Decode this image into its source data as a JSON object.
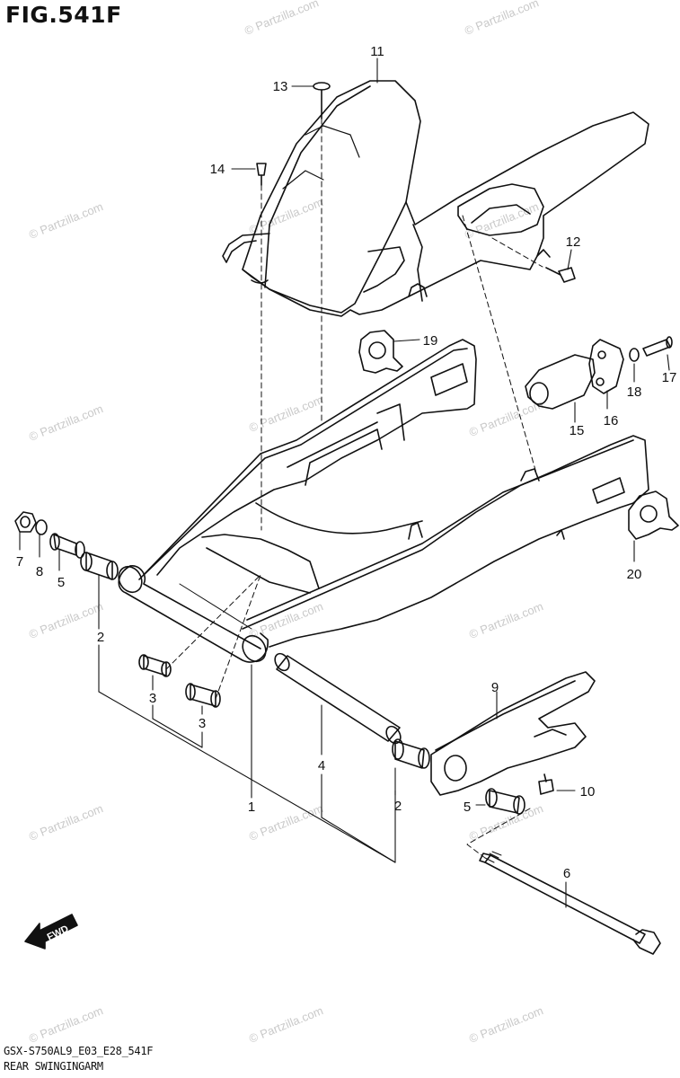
{
  "figure_title": "FIG.541F",
  "footer": {
    "code": "GSX-S750AL9_E03_E28_541F",
    "name": "REAR SWINGINGARM"
  },
  "watermark": "© Partzilla.com",
  "fwd_label": "FWD",
  "callouts": [
    "11",
    "13",
    "14",
    "12",
    "19",
    "17",
    "18",
    "16",
    "15",
    "20",
    "7",
    "8",
    "5",
    "2",
    "3",
    "3",
    "4",
    "1",
    "9",
    "10",
    "2",
    "5",
    "6"
  ]
}
